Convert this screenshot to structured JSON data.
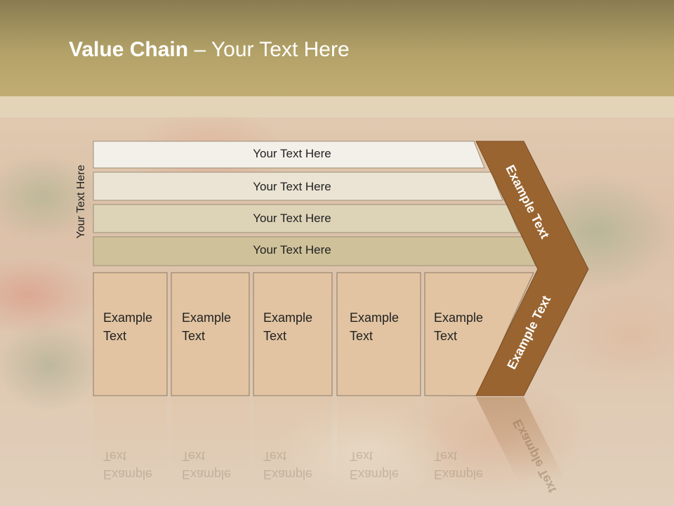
{
  "slide": {
    "title_bold": "Value Chain",
    "title_rest": " – Your Text Here",
    "vertical_label": "Your Text Here",
    "bars": [
      {
        "label": "Your Text Here",
        "fill": "#f3f0ea"
      },
      {
        "label": "Your Text Here",
        "fill": "#ebe4d4"
      },
      {
        "label": "Your Text Here",
        "fill": "#ddd4b8"
      },
      {
        "label": "Your Text Here",
        "fill": "#cfc199"
      }
    ],
    "boxes": [
      {
        "line1": "Example",
        "line2": "Text"
      },
      {
        "line1": "Example",
        "line2": "Text"
      },
      {
        "line1": "Example",
        "line2": "Text"
      },
      {
        "line1": "Example",
        "line2": "Text"
      },
      {
        "line1": "Example",
        "line2": "Text"
      }
    ],
    "chevron_top": "Example Text",
    "chevron_bottom": "Example Text",
    "colors": {
      "header": "#b3a268",
      "chevron": "#9a6430",
      "box_fill": "#e2c4a2",
      "box_stroke": "#8c7a66"
    }
  }
}
